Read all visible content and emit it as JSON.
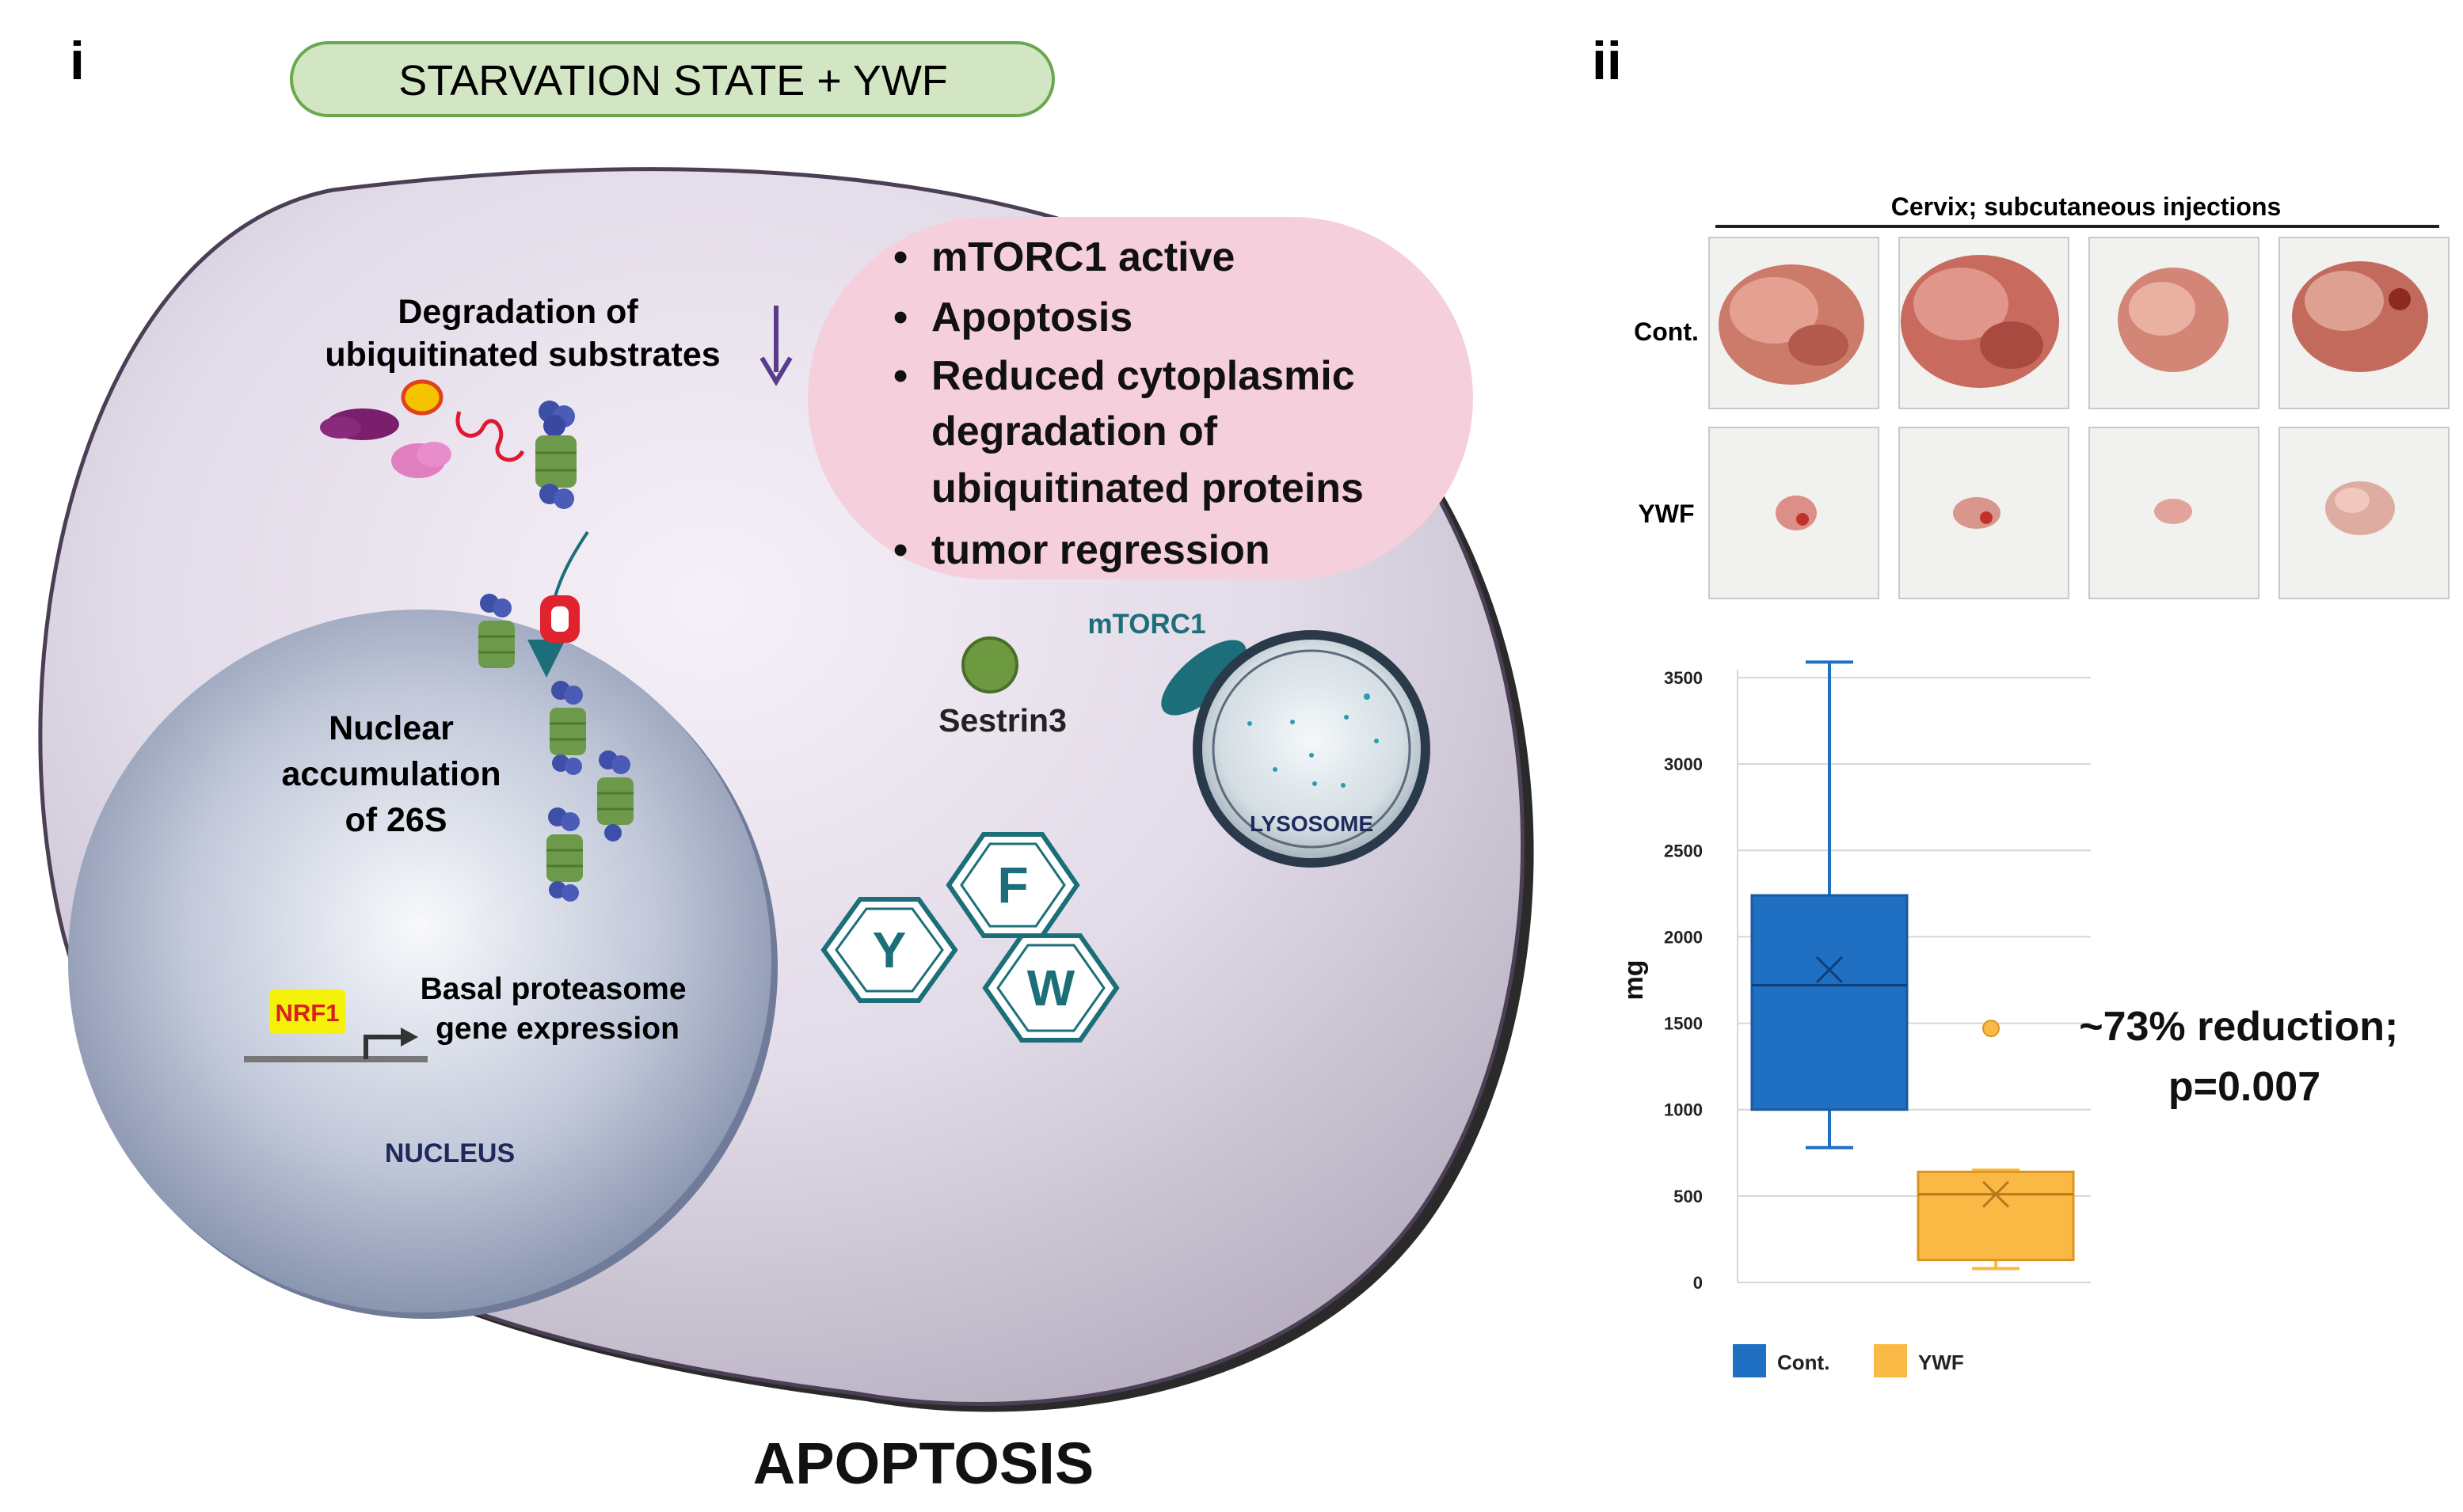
{
  "panel_i": {
    "label": "i",
    "banner": "STARVATION STATE + YWF",
    "degradation": [
      "Degradation of",
      "ubiquitinated substrates"
    ],
    "bullets": [
      [
        "mTORC1 active"
      ],
      [
        "Apoptosis"
      ],
      [
        "Reduced cytoplasmic",
        "degradation of",
        "ubiquitinated proteins"
      ],
      [
        "tumor regression"
      ]
    ],
    "mtorc1": "mTORC1",
    "sestrin": "Sestrin3",
    "lysosome": "LYSOSOME",
    "nuclear_accumulation": [
      "Nuclear",
      "accumulation",
      "of 26S"
    ],
    "nrf1": "NRF1",
    "basal": [
      "Basal proteasome",
      "gene expression"
    ],
    "nucleus": "NUCLEUS",
    "amino_acids": [
      "F",
      "Y",
      "W"
    ],
    "outcome": "APOPTOSIS",
    "colors": {
      "banner_fill": "#d3e6c3",
      "banner_stroke": "#6aa84f",
      "cell_fill": "#c9c3d3",
      "cell_edge": "#111111",
      "info_bubble": "#f6cfdd",
      "proteasome_green": "#6d9a4a",
      "proteasome_blue": "#4a5bb8",
      "teal": "#1c6f79",
      "nucleus_fill": "#8f9bb4",
      "nrf1_fill": "#f5f20a",
      "nrf1_text": "#d9201f"
    }
  },
  "panel_ii": {
    "label": "ii",
    "photo_header": "Cervix; subcutaneous injections",
    "photo_rows": [
      "Cont.",
      "YWF"
    ],
    "annotation": [
      "~73% reduction;",
      "p=0.007"
    ],
    "colors": {
      "cont": "#1f6fc2",
      "ywf": "#f9b944"
    }
  },
  "chart_data": {
    "type": "box",
    "ylabel": "mg",
    "xlabel": "",
    "ylim": [
      0,
      3500
    ],
    "yticks": [
      0,
      500,
      1000,
      1500,
      2000,
      2500,
      3000,
      3500
    ],
    "grid": true,
    "legend_position": "bottom",
    "series": [
      {
        "name": "Cont.",
        "min": 780,
        "q1": 1000,
        "median": 1720,
        "q3": 2240,
        "max": 3590,
        "mean": 1810,
        "outliers": []
      },
      {
        "name": "YWF",
        "min": 80,
        "q1": 130,
        "median": 510,
        "q3": 640,
        "max": 650,
        "mean": 510,
        "outliers": [
          1470
        ]
      }
    ]
  }
}
